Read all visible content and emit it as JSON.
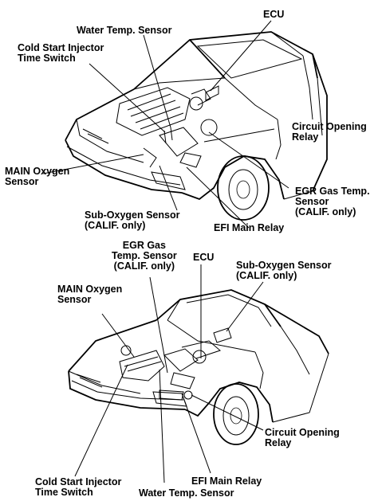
{
  "colors": {
    "ink": "#000000",
    "paper": "#ffffff"
  },
  "top": {
    "ecu": "ECU",
    "water_temp": "Water Temp. Sensor",
    "cold_start": "Cold Start Injector\nTime Switch",
    "circuit_relay": "Circuit Opening\nRelay",
    "main_o2": "MAIN Oxygen\nSensor",
    "egr": "EGR Gas Temp.\nSensor\n(CALIF. only)",
    "sub_o2": "Sub-Oxygen Sensor\n(CALIF. only)",
    "efi_relay": "EFI Main Relay"
  },
  "bottom": {
    "egr": "EGR Gas\nTemp. Sensor\n(CALIF. only)",
    "ecu": "ECU",
    "sub_o2": "Sub-Oxygen Sensor\n(CALIF. only)",
    "main_o2": "MAIN Oxygen\nSensor",
    "circuit_relay": "Circuit Opening\nRelay",
    "cold_start": "Cold Start Injector\nTime Switch",
    "efi_relay": "EFI Main Relay",
    "water_temp": "Water Temp. Sensor"
  }
}
